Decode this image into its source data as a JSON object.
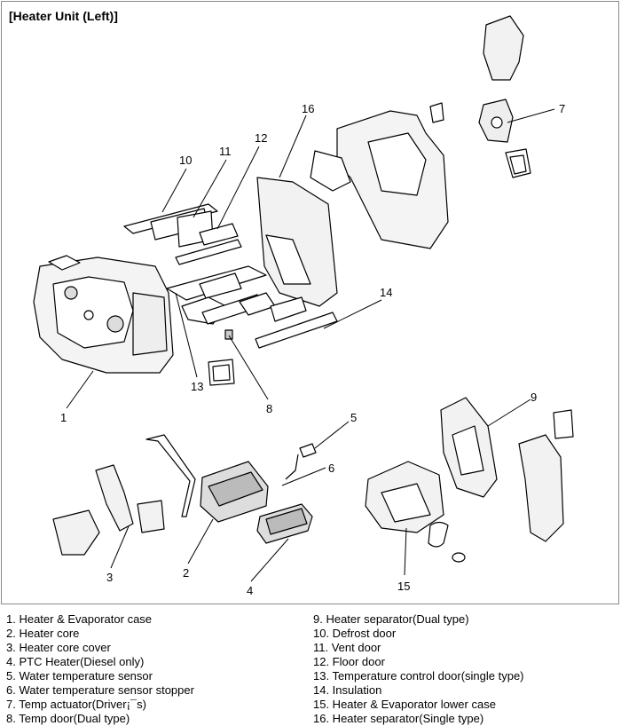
{
  "title": "[Heater Unit (Left)]",
  "callouts": [
    "1",
    "2",
    "3",
    "4",
    "5",
    "6",
    "7",
    "8",
    "9",
    "10",
    "11",
    "12",
    "13",
    "14",
    "15",
    "16"
  ],
  "legend_left": [
    "1. Heater & Evaporator case",
    "2. Heater core",
    "3. Heater core cover",
    "4. PTC Heater(Diesel only)",
    "5. Water temperature sensor",
    "6. Water temperature sensor stopper",
    "7. Temp actuator(Driver¡¯s)",
    "8. Temp door(Dual type)"
  ],
  "legend_right": [
    "9. Heater separator(Dual type)",
    "10. Defrost door",
    "11. Vent door",
    "12. Floor door",
    "13. Temperature control door(single type)",
    "14. Insulation",
    "15. Heater & Evaporator lower case",
    "16. Heater separator(Single type)"
  ]
}
